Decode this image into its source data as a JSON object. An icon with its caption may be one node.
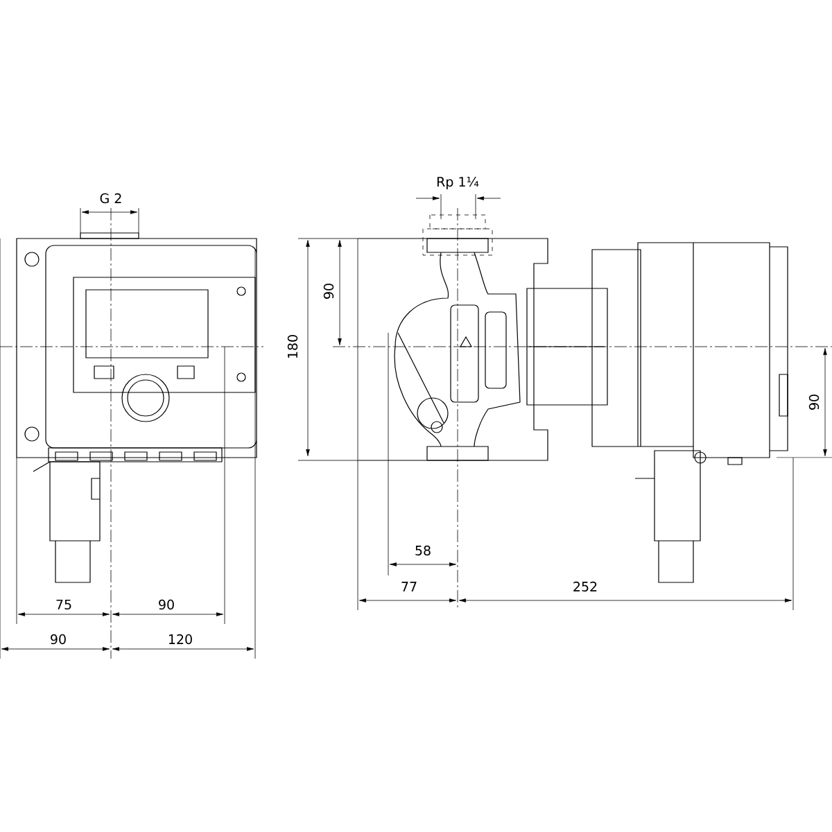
{
  "diagram": {
    "labels": [
      "Rp 1¼",
      "G 2",
      "90",
      "180",
      "90",
      "58",
      "75",
      "90",
      "77",
      "252",
      "90",
      "120"
    ]
  }
}
